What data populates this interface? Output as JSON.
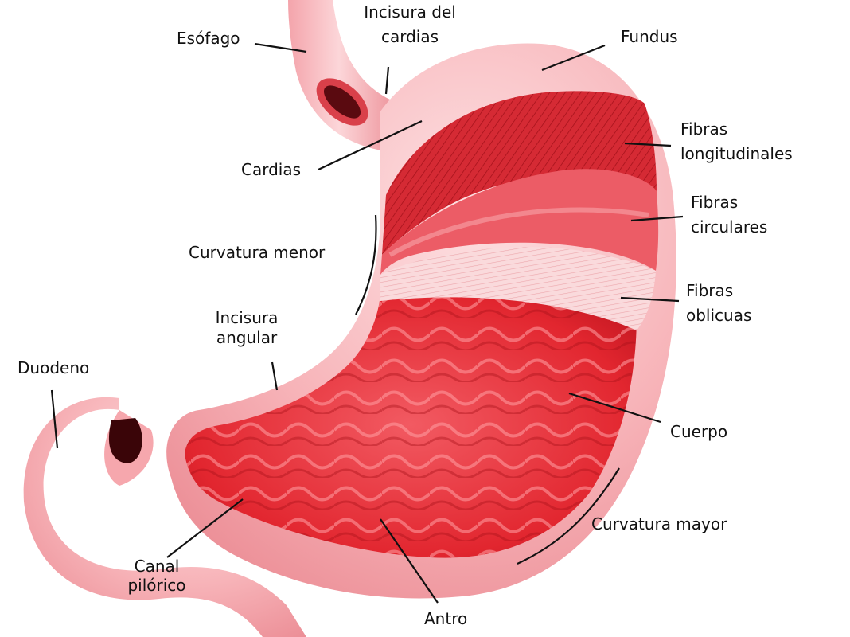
{
  "labels": {
    "esofago": "Esófago",
    "incisura_cardias": [
      "Incisura del",
      "cardias"
    ],
    "fundus": "Fundus",
    "fibras_longitudinales": [
      "Fibras",
      "longitudinales"
    ],
    "fibras_circulares": [
      "Fibras",
      "circulares"
    ],
    "fibras_oblicuas": [
      "Fibras",
      "oblicuas"
    ],
    "cardias": "Cardias",
    "curvatura_menor": "Curvatura menor",
    "incisura_angular": [
      "Incisura",
      "angular"
    ],
    "duodeno": "Duodeno",
    "cuerpo": "Cuerpo",
    "curvatura_mayor": "Curvatura mayor",
    "canal_pilorico": [
      "Canal",
      "pilórico"
    ],
    "antro": "Antro"
  },
  "colors": {
    "outer_wall": "#f7b7bb",
    "mucosa": "#e8323c",
    "muscle_long": "#d9303a",
    "muscle_circ": "#ee6a72",
    "muscle_obl": "#f8d4d6"
  }
}
